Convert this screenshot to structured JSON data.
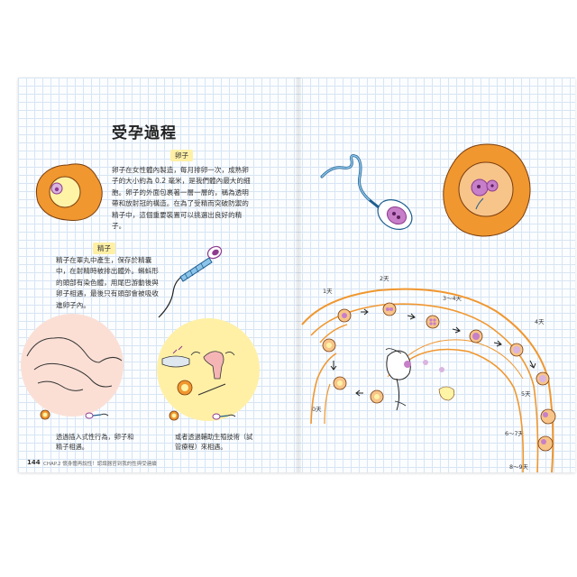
{
  "page": {
    "title": "受孕過程",
    "page_number": "144",
    "footer_text": "CHAP.2 懷身體再說性！認識器官到我的性與受連續"
  },
  "egg_section": {
    "tag": "卵子",
    "lines": [
      "卵子在女性體內製造，每月排卵一次，成熟卵",
      "子的大小約為 0.2 毫米，是我們體內最大的細",
      "胞。卵子的外面包裹著一層一層的，稱為透明",
      "帶和放射冠的構造。在為了受精而突破防禦的",
      "精子中，這個重要裝置可以挑選出良好的精",
      "子。"
    ]
  },
  "sperm_section": {
    "tag": "精子",
    "lines": [
      "精子在睪丸中產生，保存於精囊",
      "中，在射精時被排出體外。蝌蚪形",
      "的頭部有染色體，用尾巴游動後與",
      "卵子相遇，最後只有頭部會被吸收",
      "進卵子內。"
    ]
  },
  "captions": {
    "natural": [
      "透過插入式性行為，卵子和",
      "精子相遇。"
    ],
    "assisted": [
      "或者透過輔助生殖技術（試",
      "管療程）來相遇。"
    ]
  },
  "timeline": {
    "day0": "0天",
    "day1": "1天",
    "day2": "2天",
    "day3_4": "3～4天",
    "day4": "4天",
    "day5": "5天",
    "day6_7": "6～7天",
    "day8_9": "8～9天"
  },
  "colors": {
    "orange": "#f0972f",
    "light_orange": "#f7c48a",
    "purple": "#8e3b8f",
    "blue": "#3f8fc9",
    "highlight": "#fff0a6",
    "skin": "#fde0d6"
  }
}
